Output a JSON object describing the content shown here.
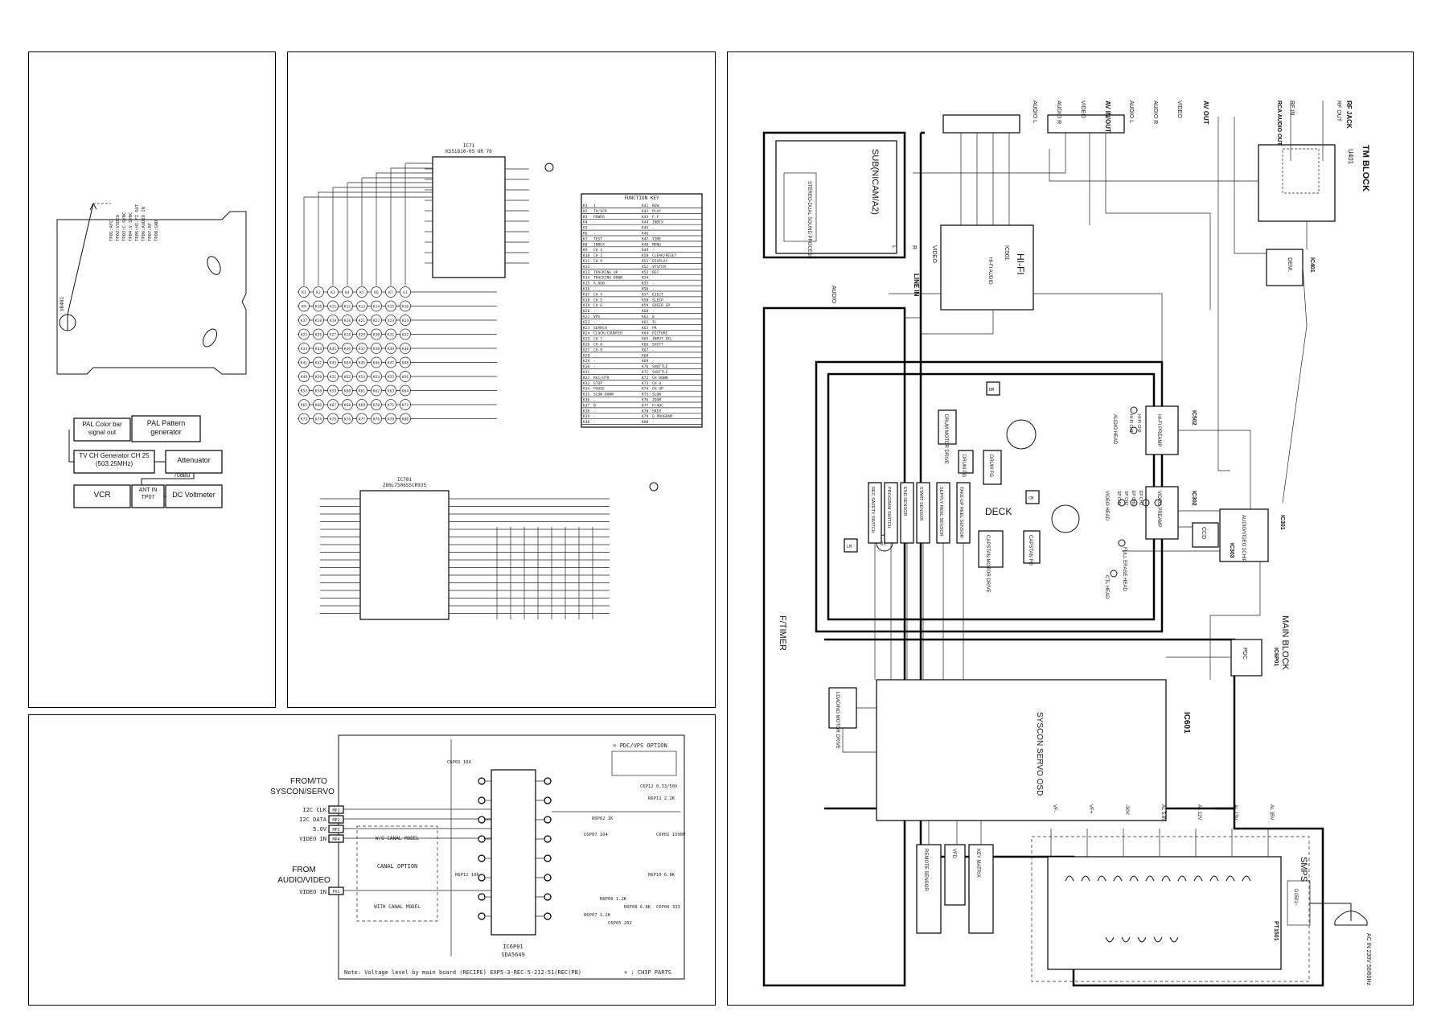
{
  "panel1": {
    "test_points": [
      "TP01:AFC",
      "TP02:VIDEO",
      "TP03:C-SYNC",
      "TP04:V-SYNC",
      "TP05:HI-FI OUT",
      "TP06:AUDIO IN",
      "TP07:RF",
      "TP08:GND"
    ],
    "vr_label": "VR401",
    "setup": {
      "color_bar": "PAL Color bar signal out",
      "pattern_gen": "PAL Pattern generator",
      "tv_gen": "TV CH Generator CH 25 (503.25MHz)",
      "attenuator": "Attenuator",
      "level": "70dBu",
      "vcr": "VCR",
      "ant_in": "ANT IN TP07",
      "dc_volt": "DC Voltmeter"
    }
  },
  "panel2": {
    "ic1_label": "IC71",
    "ic1_part": "KS51810-05 OR 76",
    "ic2_label": "IC701",
    "ic2_part": "Z86L7506SSCR935",
    "function_key_title": "FUNCTION KEY",
    "keys_left": [
      "K1",
      "K2",
      "K3",
      "K4",
      "K5",
      "K6",
      "K7",
      "G1",
      "K9",
      "K10",
      "K11",
      "K12",
      "K13",
      "K14",
      "K15",
      "K16",
      "K17",
      "K18",
      "K19",
      "K20",
      "K21",
      "K22",
      "K23",
      "K24",
      "K25",
      "K26",
      "K27",
      "K28",
      "K29",
      "K30",
      "K31",
      "K32",
      "K33",
      "K34",
      "K35",
      "K36",
      "K37",
      "K38",
      "K39",
      "K40",
      "K41",
      "K42",
      "K43",
      "K44",
      "K45",
      "K46",
      "K47",
      "K48",
      "K49",
      "K50",
      "K51",
      "K52",
      "K53",
      "K54",
      "K55",
      "K56",
      "K57",
      "K58",
      "K59",
      "K60",
      "K61",
      "K62",
      "K63",
      "K64",
      "K65",
      "K66",
      "K67",
      "K68",
      "K69",
      "K70",
      "K71",
      "K72",
      "K73",
      "K74",
      "K75",
      "K76",
      "K77",
      "K78",
      "K79",
      "K80"
    ],
    "function_rows": [
      [
        "K1",
        "1",
        "K41",
        "REW"
      ],
      [
        "K2",
        "TV/VCR",
        "K42",
        "PLAY"
      ],
      [
        "K3",
        "POWER",
        "K43",
        "F.F"
      ],
      [
        "K4",
        "-",
        "K44",
        "INDEX"
      ],
      [
        "K5",
        "-",
        "K45",
        "-"
      ],
      [
        "K6",
        "-",
        "K46",
        "-"
      ],
      [
        "K7",
        "TEST",
        "K47",
        "TIME"
      ],
      [
        "K8",
        "INDEX",
        "K48",
        "MENU"
      ],
      [
        "K9",
        "CH 3",
        "K49",
        "-"
      ],
      [
        "K10",
        "CH 2",
        "K50",
        "CLEAR/RESET"
      ],
      [
        "K11",
        "CH 9",
        "K51",
        "DISPLAY"
      ],
      [
        "K12",
        "-",
        "K52",
        "SYSTEM"
      ],
      [
        "K13",
        "TRACKING UP",
        "K53",
        "REC"
      ],
      [
        "K14",
        "TRACKING DOWN",
        "K54",
        "-"
      ],
      [
        "K15",
        "A.DUB",
        "K55",
        "-"
      ],
      [
        "K16",
        "-",
        "K56",
        "-"
      ],
      [
        "K17",
        "CH 4",
        "K57",
        "EJECT"
      ],
      [
        "K18",
        "CH 5",
        "K58",
        "SLEEP"
      ],
      [
        "K19",
        "CH 6",
        "K59",
        "SPEED SP"
      ],
      [
        "K20",
        "-",
        "K60",
        "-"
      ],
      [
        "K21",
        "VPS",
        "K61",
        "0"
      ],
      [
        "K22",
        "-",
        "K62",
        "TL"
      ],
      [
        "K23",
        "SEARCH",
        "K63",
        "PR"
      ],
      [
        "K24",
        "CLOCK/COUNTER",
        "K64",
        "PICTURE"
      ],
      [
        "K25",
        "CH 7",
        "K65",
        "INPUT SEL"
      ],
      [
        "K26",
        "CH 8",
        "K66",
        "SHIFT"
      ],
      [
        "K27",
        "CH 9",
        "K67",
        "-"
      ],
      [
        "K28",
        "-",
        "K68",
        "-"
      ],
      [
        "K29",
        "-",
        "K69",
        "-"
      ],
      [
        "K30",
        "-",
        "K70",
        "SHUTTLE"
      ],
      [
        "K31",
        "-",
        "K71",
        "SHUTTLE"
      ],
      [
        "K32",
        "REC/OTR",
        "K72",
        "CH DOWN"
      ],
      [
        "K33",
        "STOP",
        "K73",
        "CH 0"
      ],
      [
        "K34",
        "PAUSE",
        "K74",
        "CH UP"
      ],
      [
        "K35",
        "SLOW DOWN",
        "K75",
        "SLOW"
      ],
      [
        "K36",
        "-",
        "K76",
        "ZOOM"
      ],
      [
        "K37",
        "0",
        "K77",
        "P/ADC"
      ],
      [
        "K38",
        "-",
        "K78",
        "SKIP"
      ],
      [
        "K39",
        "-",
        "K79",
        "Q.PROGRAM"
      ],
      [
        "K40",
        "-",
        "K80",
        "-"
      ]
    ]
  },
  "panel3": {
    "from_to": "FROM/TO",
    "syscon_servo": "SYSCON/SERVO",
    "from": "FROM",
    "audio_video": "AUDIO/VIDEO",
    "signals": [
      "I2C CLK",
      "I2C DATA",
      "5.0V",
      "VIDEO IN"
    ],
    "pins": [
      "MP1",
      "MP2",
      "MP3",
      "MP4"
    ],
    "video_in": "VIDEO IN",
    "video_pin": "PV1",
    "canal_option": "CANAL OPTION",
    "wo_canal": "W/O CANAL MODEL",
    "with_canal": "WITH CANAL MODEL",
    "ic_label": "IC6P01",
    "ic_part": "SDA5649",
    "option_title": "× PDC/VPS OPTION",
    "note": "Note: Voltage level by main board (RECIPE) EXP5-3-REC-5-212-51(REC(PB)",
    "chip_parts": "× : CHIP PARTS",
    "components": [
      "C6P01 104",
      "C6P12 0.33/50V",
      "R6P11 2.2K",
      "R6P12 10K",
      "R6P02 1K",
      "C6P07 104",
      "C6P02 1500P",
      "R6P09 1.2K",
      "R6P10 6.8K",
      "R6P07 1.2K",
      "R6P08 6.8K",
      "C6P05 202",
      "C6P06 333"
    ]
  },
  "panel4": {
    "tm_block": "TM BLOCK",
    "tm_ic": "U401",
    "rf_jack": "RF JACK",
    "rf_out": "RF OUT",
    "rf_in": "RF IN",
    "rca_audio_out": "RCA AUDIO OUT",
    "av_out": "AV OUT",
    "av_in_out": "AV IN/OUT",
    "av_out_labels": [
      "VIDEO",
      "AUDIO R",
      "AUDIO L"
    ],
    "av_inout_labels": [
      "VIDEO",
      "AUDIO R",
      "AUDIO L"
    ],
    "sub_block": "SUB(NICAM/A2)",
    "stereo": "STEREO-DUAL SOUND PROCESS",
    "hifi": "HI-FI",
    "hifi_ic": "IC501",
    "hifi_audio": "HI-FI AUDIO",
    "dem": "DEM.",
    "dem_ic": "IC401",
    "line_in": "LINE IN",
    "line_labels": [
      "VIDEO",
      "R",
      "L"
    ],
    "audio_label": "AUDIO",
    "deck": "DECK",
    "dm": "DM",
    "drum_motor": "DRUM MOTOR DRIVE",
    "drum_fg": "DRUM FG",
    "drum_pg": "DRUM PG",
    "cm": "CM",
    "capstan_motor": "CAPSTAN MOTOR DRIVE",
    "capstan_fg": "CAPSTAN FG",
    "lm": "LM",
    "dc": "DC",
    "sensors": [
      "REC SAFETY SWITCH",
      "PROGRAM SWITCH",
      "END SENSOR",
      "START SENSOR",
      "SUPPLY REEL SENSOR",
      "TAKE-UP REEL SENSOR"
    ],
    "hifi_preamp": "HI-FI PREAMP",
    "hifi_preamp_ic": "IC502",
    "audio_head": "AUDIO HEAD",
    "hifi_ch": [
      "HI-FI CH1",
      "HI-FI CH2"
    ],
    "video_preamp": "VIDEO PREAMP",
    "video_preamp_ic": "IC302",
    "video_head": "VIDEO HEAD",
    "video_ch": [
      "SP CH1",
      "SP CH2",
      "EP CH1",
      "EP CH2"
    ],
    "full_erase": "FULL ERASE HEAD",
    "ctl_head": "CTL HEAD",
    "ccd": "CCD",
    "ccd_ic": "IC303",
    "av_ic": "IC301",
    "av_ic_desc": "AUDIO/VIDEO 1CHIP",
    "main_block": "MAIN BLOCK",
    "pdc": "PDC",
    "pdc_ic": "IC6P01",
    "syscon_ic": "IC601",
    "syscon": "SYSCON SERVO OSD",
    "loading": "LOADING MOTOR DRIVE",
    "ftimer": "F/TIMER",
    "remote": "REMOTE SENSOR",
    "vfd": "VFD",
    "key_matrix": "KEY MATRIX",
    "smps": "SMPS",
    "pt": "PT1501",
    "d501": "D1501~",
    "ac_in": "AC IN 230V 50/60Hz",
    "rails": [
      "VF-",
      "VF+",
      "-30V",
      "AL 5.8V",
      "AL 12V",
      "AL 13V",
      "AL 35V"
    ]
  }
}
